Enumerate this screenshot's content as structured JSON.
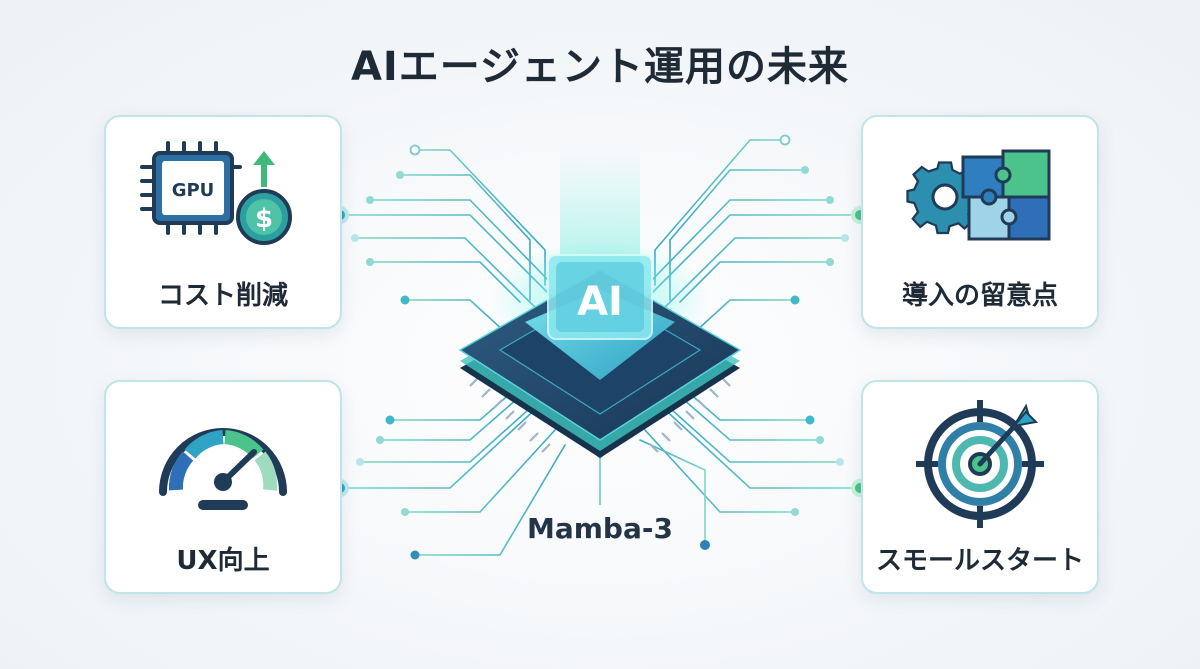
{
  "title": "AIエージェント運用の未来",
  "center": {
    "chip_text": "AI",
    "label": "Mamba-3"
  },
  "cards": [
    {
      "label": "コスト削減",
      "icon_text": "GPU",
      "icon_symbol": "$"
    },
    {
      "label": "導入の留意点"
    },
    {
      "label": "UX向上"
    },
    {
      "label": "スモールスタート"
    }
  ],
  "colors": {
    "title": "#1f2a37",
    "card_border": "#bfe5e8",
    "teal": "#2fb3c6",
    "green": "#4cc38a",
    "navy": "#1f3b57"
  }
}
